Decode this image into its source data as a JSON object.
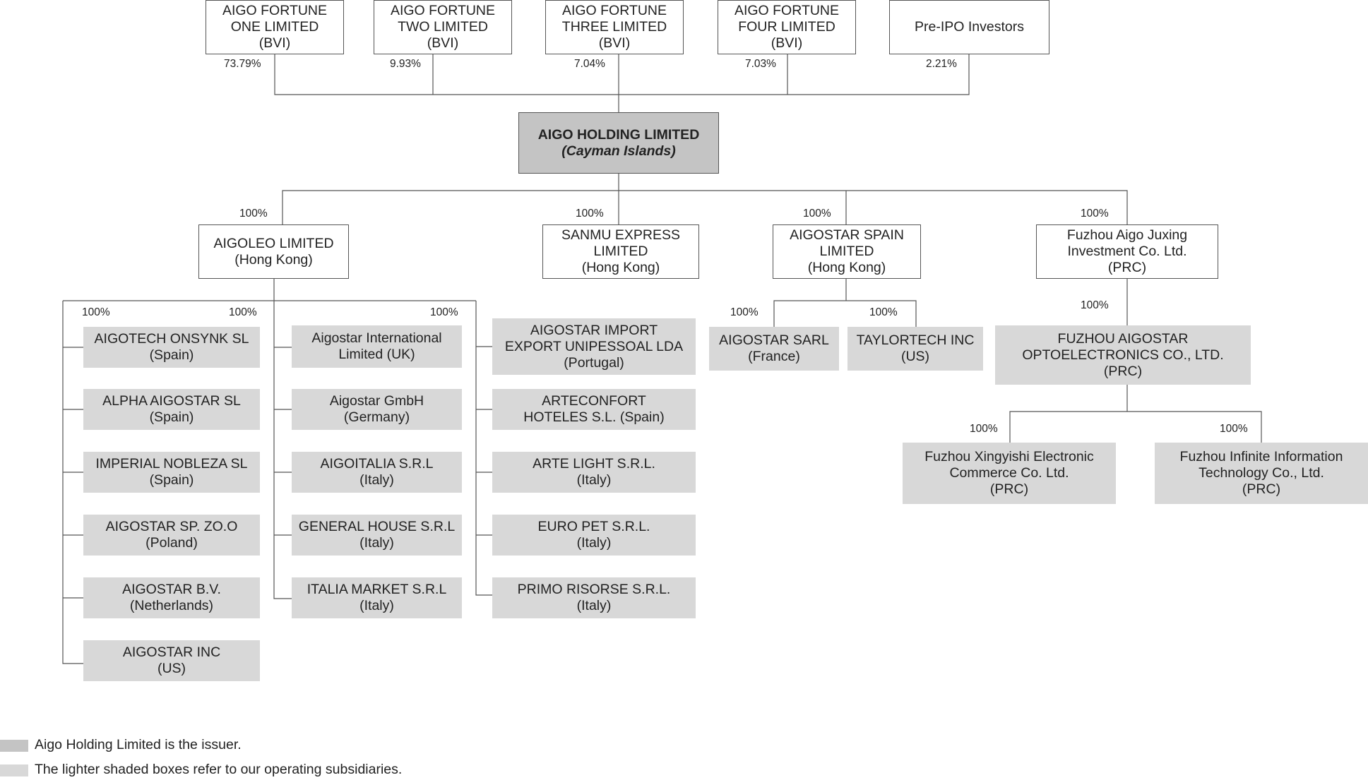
{
  "shareholders": [
    {
      "lines": [
        "AIGO FORTUNE",
        "ONE LIMITED",
        "(BVI)"
      ],
      "pct": "73.79%"
    },
    {
      "lines": [
        "AIGO FORTUNE",
        "TWO LIMITED",
        "(BVI)"
      ],
      "pct": "9.93%"
    },
    {
      "lines": [
        "AIGO FORTUNE",
        "THREE LIMITED",
        "(BVI)"
      ],
      "pct": "7.04%"
    },
    {
      "lines": [
        "AIGO FORTUNE",
        "FOUR LIMITED",
        "(BVI)"
      ],
      "pct": "7.03%"
    },
    {
      "lines": [
        "Pre-IPO Investors"
      ],
      "pct": "2.21%"
    }
  ],
  "issuer": {
    "name": "AIGO HOLDING LIMITED",
    "jurisdiction": "(Cayman Islands)"
  },
  "subsidiaries": [
    {
      "lines": [
        "AIGOLEO LIMITED",
        "(Hong Kong)"
      ],
      "pct": "100%"
    },
    {
      "lines": [
        "SANMU EXPRESS",
        "LIMITED",
        "(Hong Kong)"
      ],
      "pct": "100%"
    },
    {
      "lines": [
        "AIGOSTAR SPAIN",
        "LIMITED",
        "(Hong Kong)"
      ],
      "pct": "100%"
    },
    {
      "lines": [
        "Fuzhou Aigo Juxing",
        "Investment Co. Ltd.",
        "(PRC)"
      ],
      "pct": "100%"
    }
  ],
  "aigoleo_columns": {
    "pcts": [
      "100%",
      "100%",
      "100%"
    ],
    "col1": [
      {
        "lines": [
          "AIGOTECH ONSYNK SL",
          "(Spain)"
        ]
      },
      {
        "lines": [
          "ALPHA AIGOSTAR SL",
          "(Spain)"
        ]
      },
      {
        "lines": [
          "IMPERIAL NOBLEZA SL",
          "(Spain)"
        ]
      },
      {
        "lines": [
          "AIGOSTAR SP. ZO.O",
          "(Poland)"
        ]
      },
      {
        "lines": [
          "AIGOSTAR B.V.",
          "(Netherlands)"
        ]
      },
      {
        "lines": [
          "AIGOSTAR INC",
          "(US)"
        ]
      }
    ],
    "col2": [
      {
        "lines": [
          "Aigostar International",
          "Limited (UK)"
        ]
      },
      {
        "lines": [
          "Aigostar GmbH",
          "(Germany)"
        ]
      },
      {
        "lines": [
          "AIGOITALIA S.R.L",
          "(Italy)"
        ]
      },
      {
        "lines": [
          "GENERAL HOUSE S.R.L",
          "(Italy)"
        ]
      },
      {
        "lines": [
          "ITALIA MARKET S.R.L",
          "(Italy)"
        ]
      }
    ],
    "col3": [
      {
        "lines": [
          "AIGOSTAR IMPORT",
          "EXPORT UNIPESSOAL LDA",
          "(Portugal)"
        ]
      },
      {
        "lines": [
          "ARTECONFORT",
          "HOTELES S.L. (Spain)"
        ]
      },
      {
        "lines": [
          "ARTE LIGHT S.R.L.",
          "(Italy)"
        ]
      },
      {
        "lines": [
          "EURO PET S.R.L.",
          "(Italy)"
        ]
      },
      {
        "lines": [
          "PRIMO RISORSE S.R.L.",
          "(Italy)"
        ]
      }
    ]
  },
  "spain_children": [
    {
      "lines": [
        "AIGOSTAR SARL",
        "(France)"
      ],
      "pct": "100%"
    },
    {
      "lines": [
        "TAYLORTECH INC",
        "(US)"
      ],
      "pct": "100%"
    }
  ],
  "fuzhou_child": {
    "lines": [
      "FUZHOU AIGOSTAR",
      "OPTOELECTRONICS CO., LTD.",
      "(PRC)"
    ],
    "pct": "100%"
  },
  "fuzhou_grandchildren": [
    {
      "lines": [
        "Fuzhou Xingyishi Electronic",
        "Commerce Co. Ltd.",
        "(PRC)"
      ],
      "pct": "100%"
    },
    {
      "lines": [
        "Fuzhou Infinite Information",
        "Technology Co., Ltd.",
        "(PRC)"
      ],
      "pct": "100%"
    }
  ],
  "legend": {
    "issuer_note": "Aigo Holding Limited is the issuer.",
    "operating_note": "The lighter shaded boxes refer to our operating subsidiaries.",
    "issuer_color": "#c4c4c4",
    "operating_color": "#d8d8d8"
  }
}
